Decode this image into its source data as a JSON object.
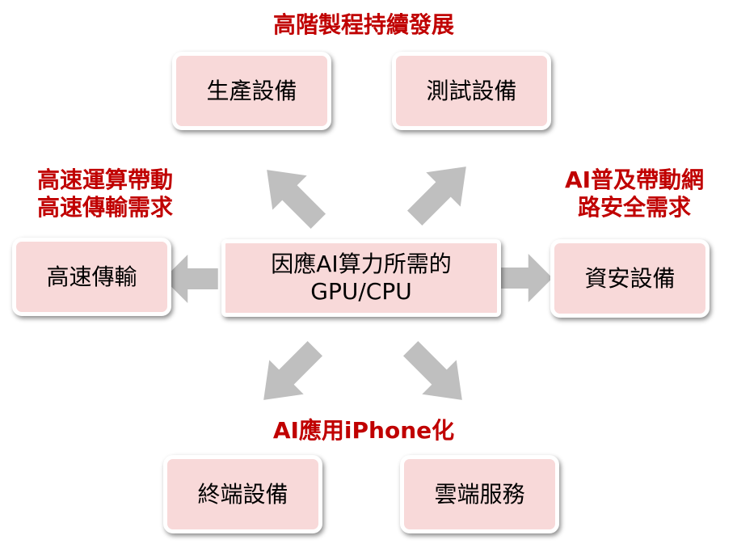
{
  "center": {
    "line1": "因應AI算力所需的",
    "line2": "GPU/CPU"
  },
  "boxes": {
    "production": "生產設備",
    "testing": "測試設備",
    "highspeed": "高速傳輸",
    "security": "資安設備",
    "terminal": "終端設備",
    "cloud": "雲端服務"
  },
  "labels": {
    "top": "高階製程持續發展",
    "left_line1": "高速運算帶動",
    "left_line2": "高速傳輸需求",
    "right_line1": "AI普及帶動網",
    "right_line2": "路安全需求",
    "bottom": "AI應用iPhone化"
  },
  "colors": {
    "label_red": "#c00000",
    "box_fill": "#f8d9d9",
    "arrow_gray": "#bfbfbf"
  }
}
